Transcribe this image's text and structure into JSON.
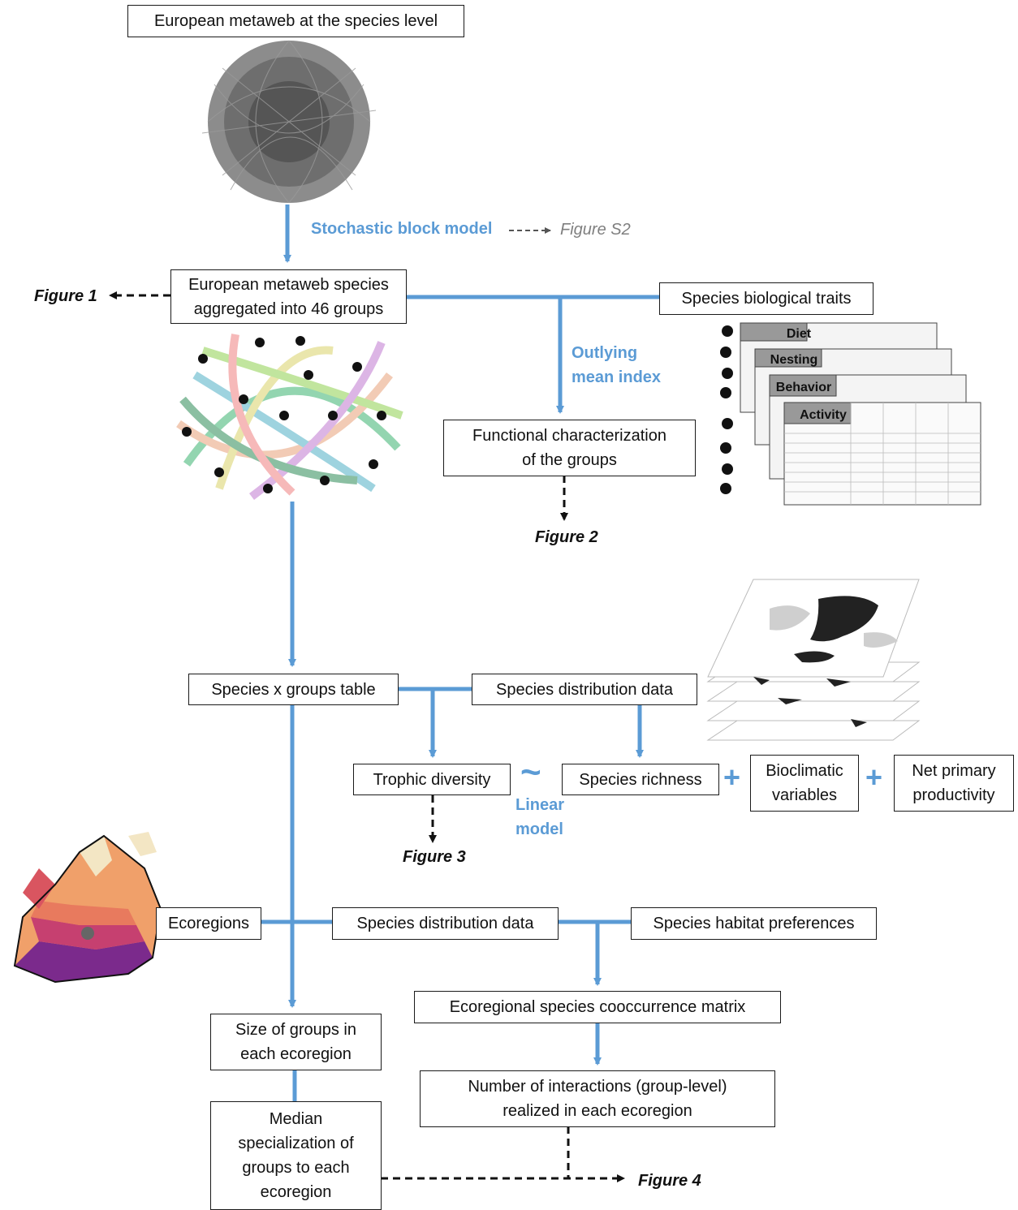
{
  "boxes": {
    "metaweb_species": "European metaweb at the species level",
    "metaweb_groups": "European metaweb species\naggregated into 46 groups",
    "bio_traits": "Species biological traits",
    "functional": "Functional characterization\nof the groups",
    "species_groups_table": "Species x groups table",
    "species_distribution_1": "Species distribution data",
    "trophic_diversity": "Trophic diversity",
    "species_richness": "Species richness",
    "bioclimatic": "Bioclimatic\nvariables",
    "npp": "Net primary\nproductivity",
    "ecoregions": "Ecoregions",
    "species_distribution_2": "Species distribution data",
    "habitat_prefs": "Species habitat preferences",
    "cooccurrence": "Ecoregional species cooccurrence matrix",
    "size_groups": "Size of groups in\neach ecoregion",
    "interactions": "Number of interactions (group-level)\nrealized in each ecoregion",
    "median_spec": "Median\nspecialization of\ngroups to each\necoregion"
  },
  "methods": {
    "sbm": "Stochastic block model",
    "omi": "Outlying\nmean index",
    "lm": "Linear\nmodel"
  },
  "symbols": {
    "tilde": "~",
    "plus": "+"
  },
  "figures": {
    "s2": "Figure S2",
    "f1": "Figure 1",
    "f2": "Figure 2",
    "f3": "Figure 3",
    "f4": "Figure 4"
  },
  "trait_tables": {
    "diet": "Diet",
    "nesting": "Nesting",
    "behavior": "Behavior",
    "activity": "Activity"
  },
  "colors": {
    "flow_blue": "#5b9bd5",
    "box_border": "#1a1a1a",
    "figure_ref": "#111111"
  },
  "icons": [
    "hairball-network-icon",
    "grouped-network-icon",
    "trait-tables-icon",
    "map-stack-icon",
    "europe-ecoregions-map-icon"
  ]
}
